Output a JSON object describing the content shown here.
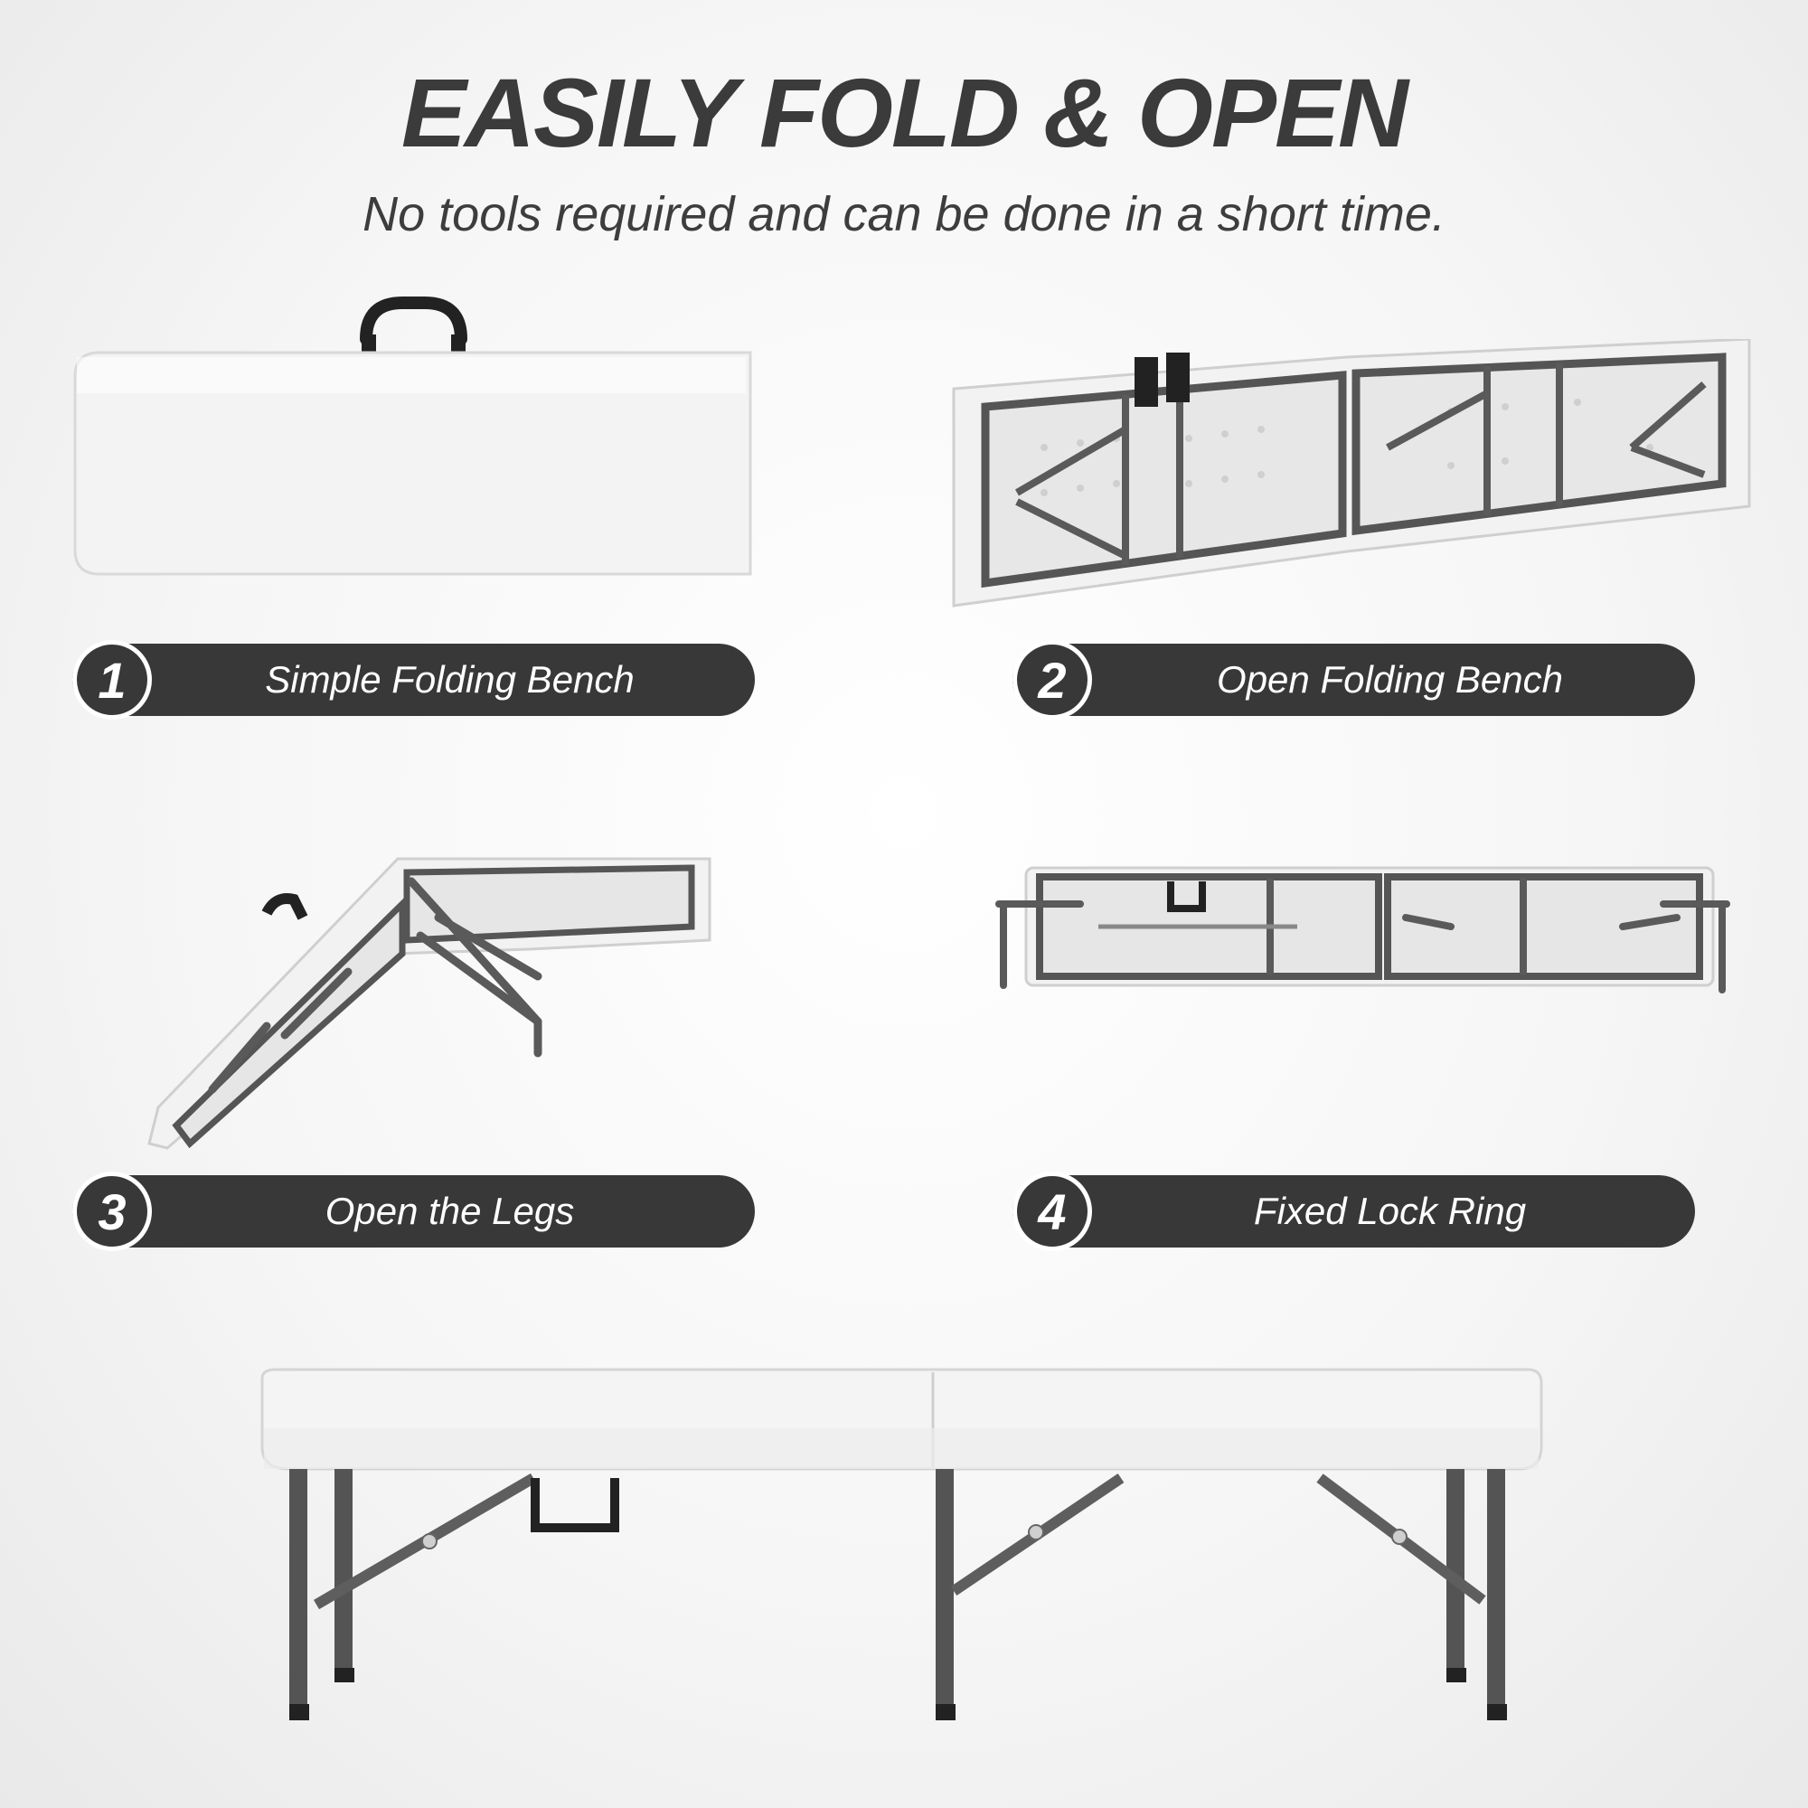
{
  "header": {
    "title": "EASILY FOLD & OPEN",
    "subtitle": "No tools required and can be done in a short time."
  },
  "steps": [
    {
      "number": "1",
      "label": "Simple Folding Bench"
    },
    {
      "number": "2",
      "label": "Open Folding Bench"
    },
    {
      "number": "3",
      "label": "Open the Legs"
    },
    {
      "number": "4",
      "label": "Fixed Lock Ring"
    }
  ],
  "colors": {
    "pill": "#383838",
    "text_dark": "#3b3b3b",
    "bench_top": "#f2f2f2",
    "frame": "#5a5a5a"
  }
}
